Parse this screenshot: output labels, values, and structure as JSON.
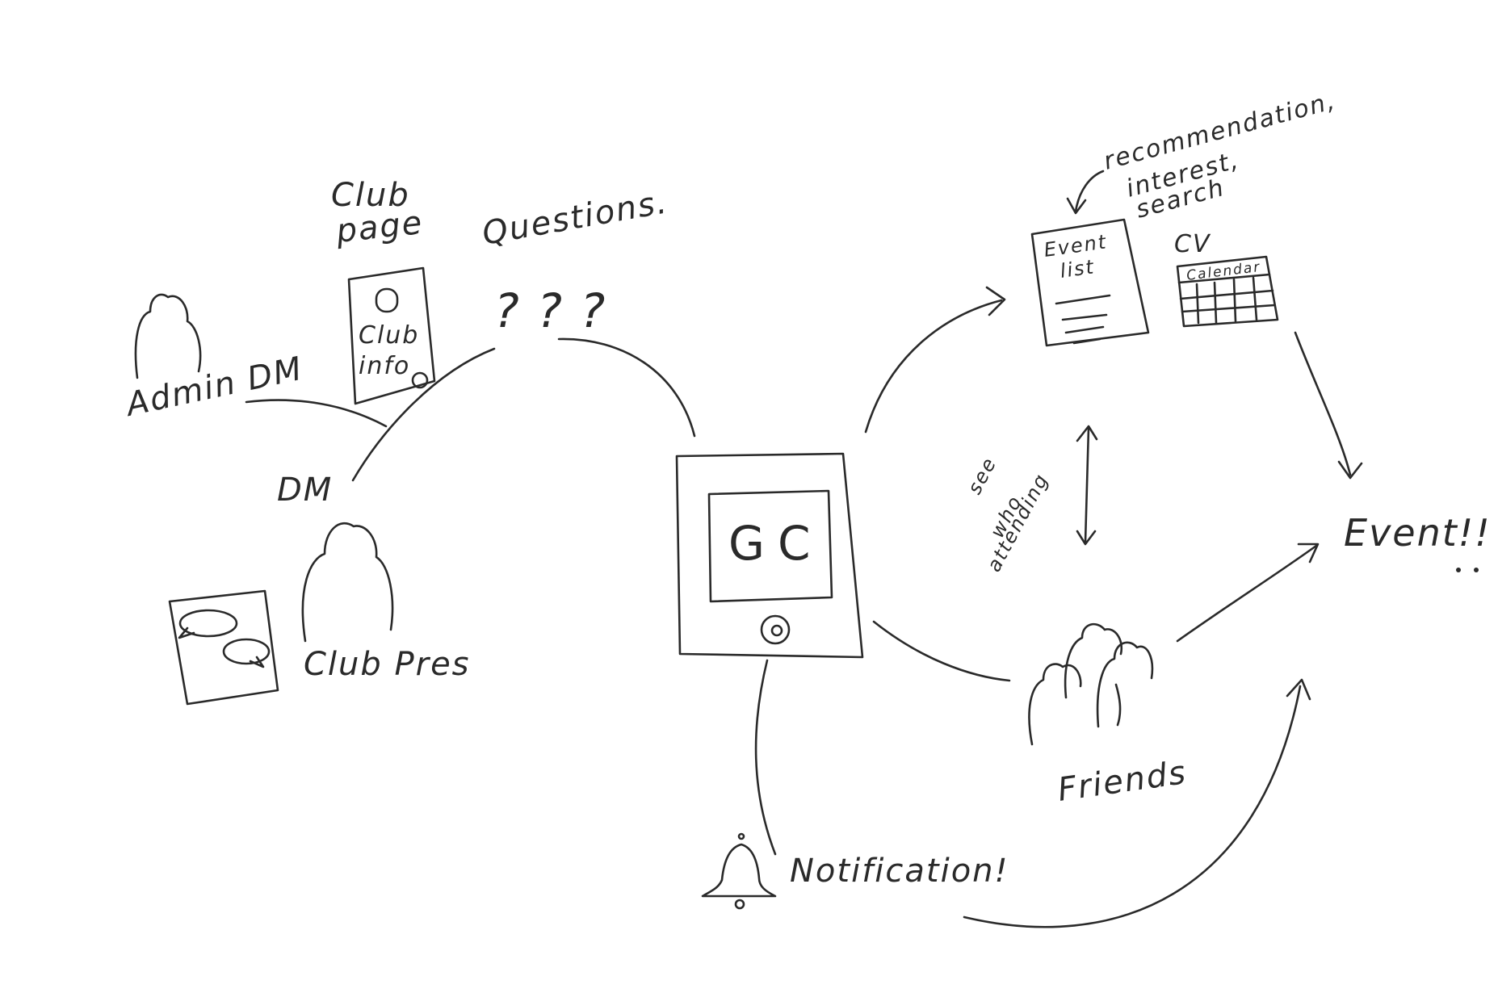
{
  "labels": {
    "club_page": [
      "Club",
      "page"
    ],
    "club_info": [
      "Club",
      "info"
    ],
    "questions": "Questions.",
    "question_marks": "? ? ?",
    "admin_dm": "Admin DM",
    "dm": "DM",
    "club_pres": "Club Pres",
    "gc": "GC",
    "event_list": [
      "Event",
      "list"
    ],
    "cv": "CV",
    "calendar": "Calendar",
    "rec_note": [
      "recommendation,",
      "interest,",
      "search"
    ],
    "see_who_attending": [
      "see",
      "who",
      "attending"
    ],
    "event": "Event!!",
    "friends": "Friends",
    "notification": "Notification!"
  }
}
